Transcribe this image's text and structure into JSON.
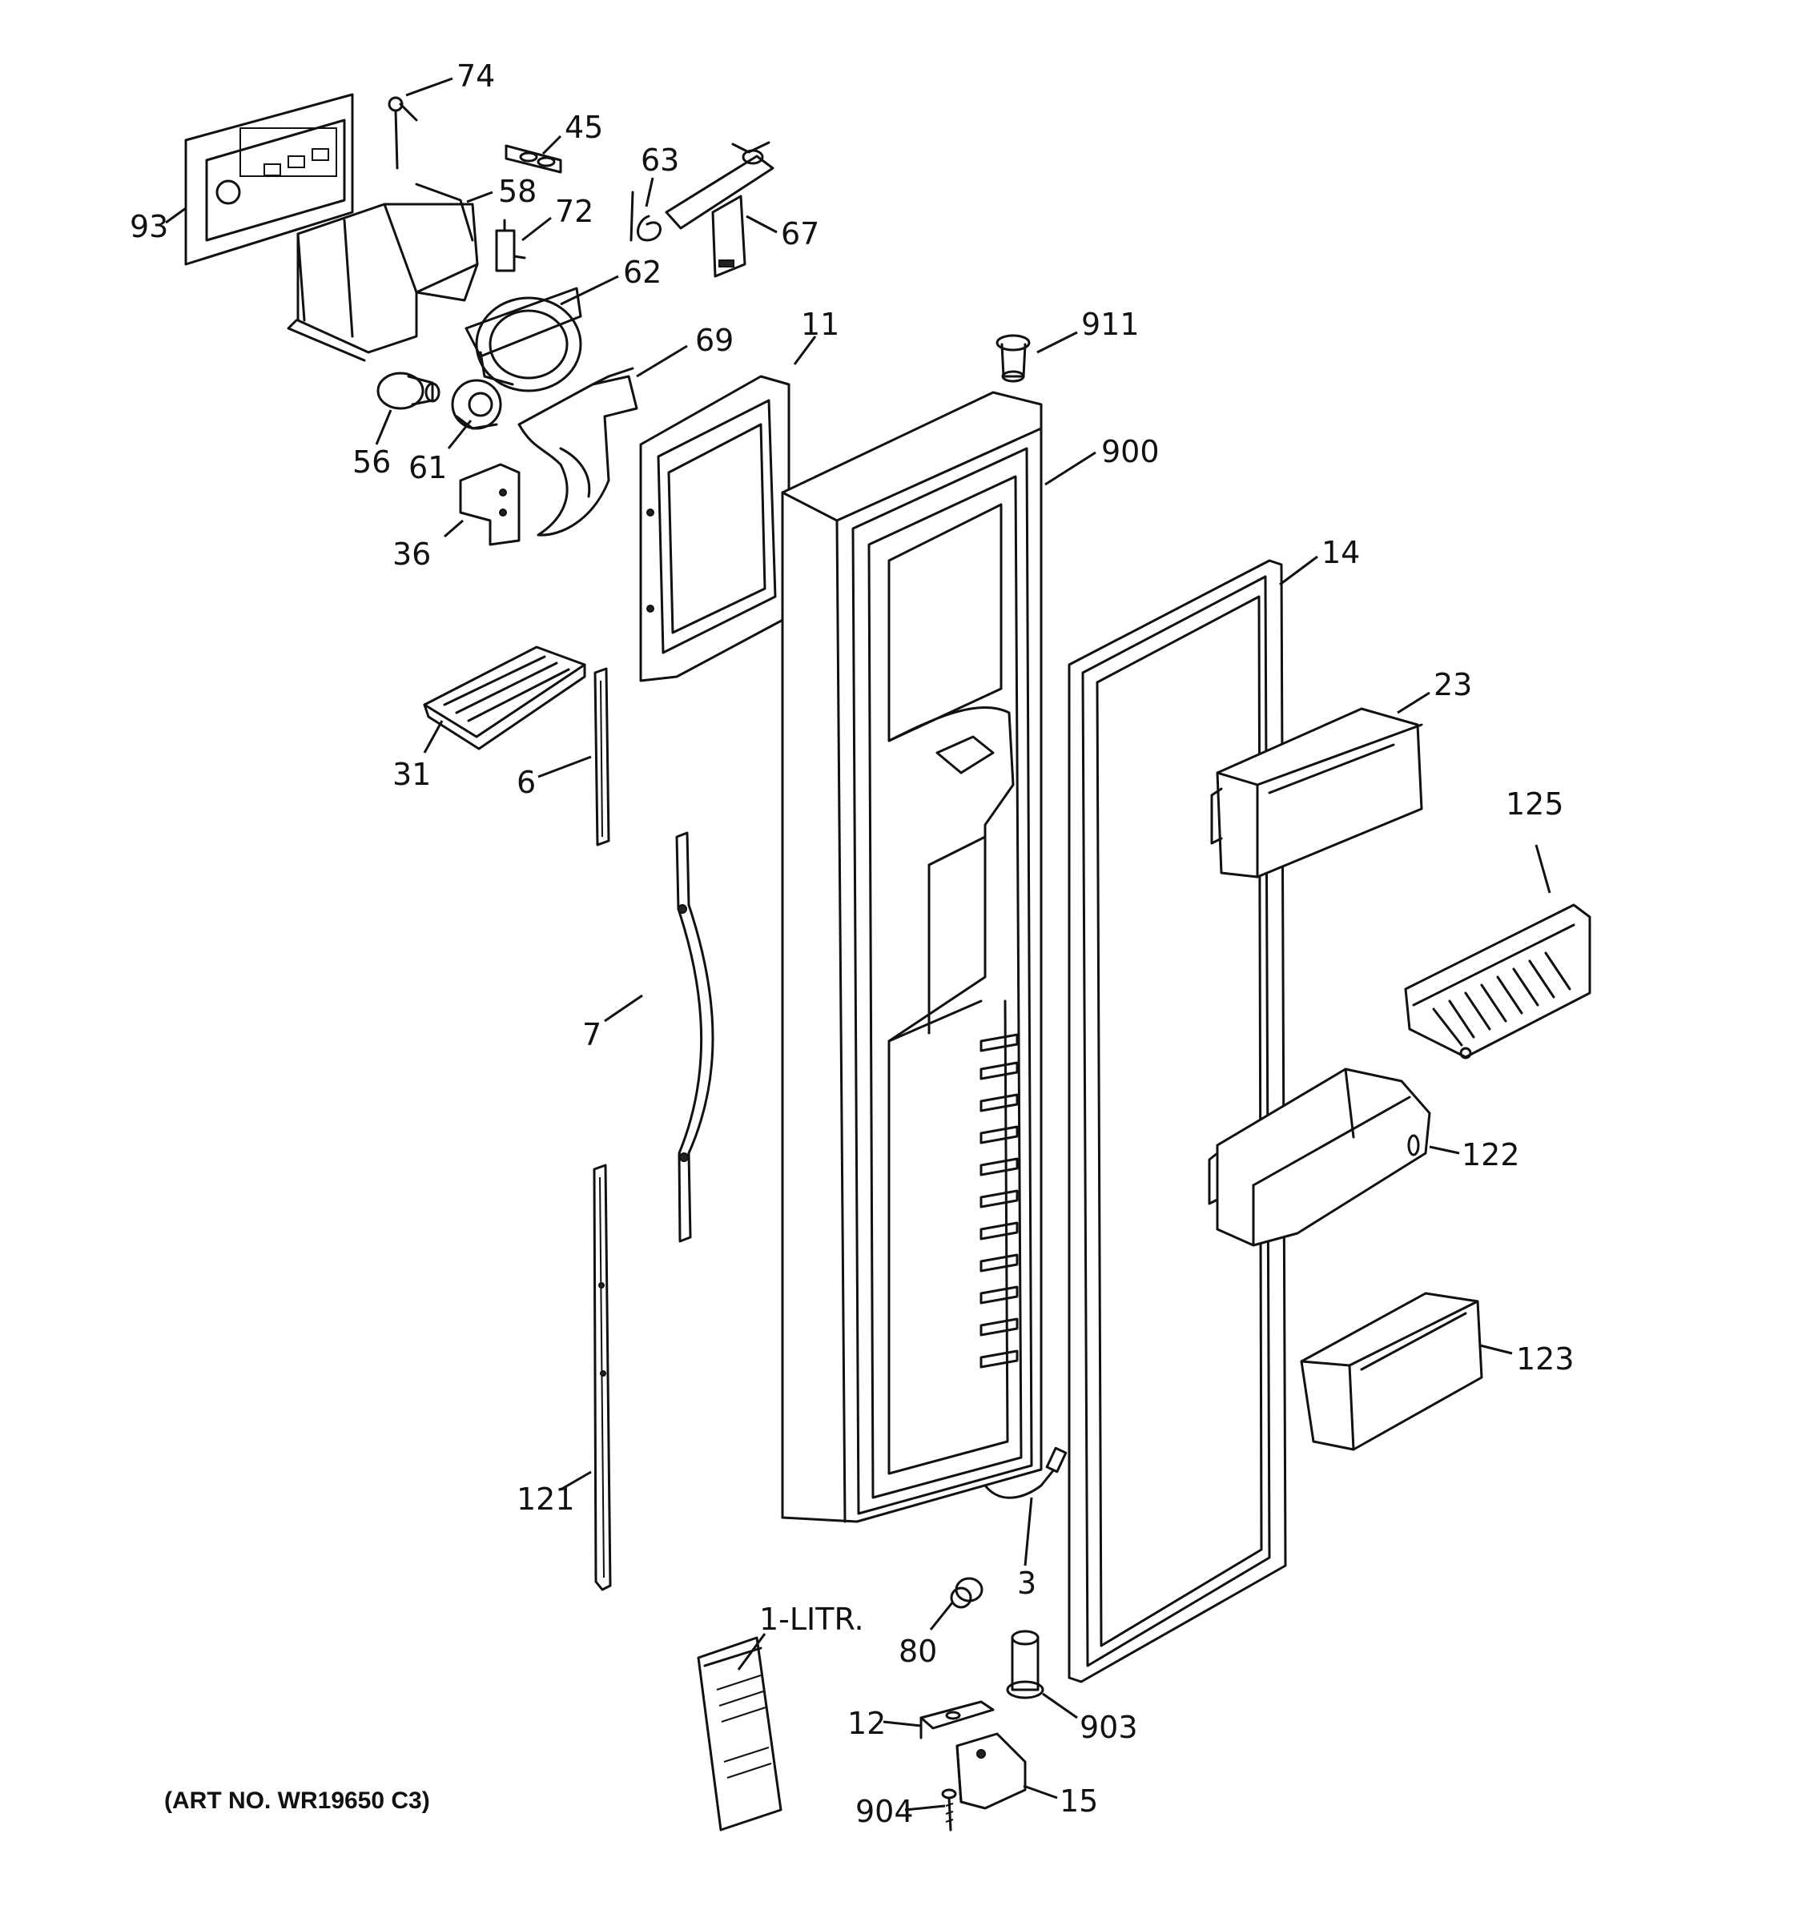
{
  "art_number": "(ART NO. WR19650 C3)",
  "callouts": [
    {
      "id": "c74",
      "label": "74"
    },
    {
      "id": "c45",
      "label": "45"
    },
    {
      "id": "c63",
      "label": "63"
    },
    {
      "id": "c93",
      "label": "93"
    },
    {
      "id": "c58",
      "label": "58"
    },
    {
      "id": "c72",
      "label": "72"
    },
    {
      "id": "c67",
      "label": "67"
    },
    {
      "id": "c62",
      "label": "62"
    },
    {
      "id": "c11",
      "label": "11"
    },
    {
      "id": "c911",
      "label": "911"
    },
    {
      "id": "c69",
      "label": "69"
    },
    {
      "id": "c56",
      "label": "56"
    },
    {
      "id": "c61",
      "label": "61"
    },
    {
      "id": "c900",
      "label": "900"
    },
    {
      "id": "c36",
      "label": "36"
    },
    {
      "id": "c14",
      "label": "14"
    },
    {
      "id": "c23",
      "label": "23"
    },
    {
      "id": "c31",
      "label": "31"
    },
    {
      "id": "c6",
      "label": "6"
    },
    {
      "id": "c125",
      "label": "125"
    },
    {
      "id": "c7",
      "label": "7"
    },
    {
      "id": "c122",
      "label": "122"
    },
    {
      "id": "c123",
      "label": "123"
    },
    {
      "id": "c121",
      "label": "121"
    },
    {
      "id": "c3",
      "label": "3"
    },
    {
      "id": "c1litr",
      "label": "1-LITR."
    },
    {
      "id": "c80",
      "label": "80"
    },
    {
      "id": "c12",
      "label": "12"
    },
    {
      "id": "c903",
      "label": "903"
    },
    {
      "id": "c904",
      "label": "904"
    },
    {
      "id": "c15",
      "label": "15"
    }
  ]
}
